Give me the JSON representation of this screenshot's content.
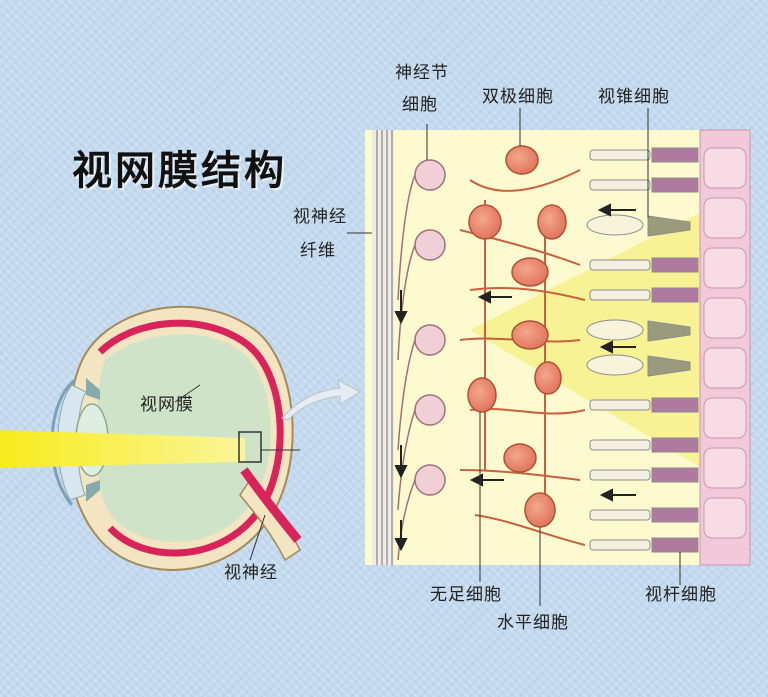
{
  "title": "视网膜结构",
  "labels": {
    "ganglion_cell_1": "神经节",
    "ganglion_cell_2": "细胞",
    "bipolar_cell": "双极细胞",
    "cone_cell": "视锥细胞",
    "optic_nerve_fiber_1": "视神经",
    "optic_nerve_fiber_2": "纤维",
    "retina": "视网膜",
    "optic_nerve": "视神经",
    "amacrine_cell": "无足细胞",
    "horizontal_cell": "水平细胞",
    "rod_cell": "视杆细胞"
  },
  "colors": {
    "background": "#c3d9ee",
    "light_beam": "#f5ee3a",
    "retina_red": "#d8245a",
    "cell_orange": "#e8866a",
    "ganglion_pink": "#f0cfd6",
    "panel_yellow": "#fbf8b8",
    "epithelium_pink": "#f2c9d8"
  }
}
